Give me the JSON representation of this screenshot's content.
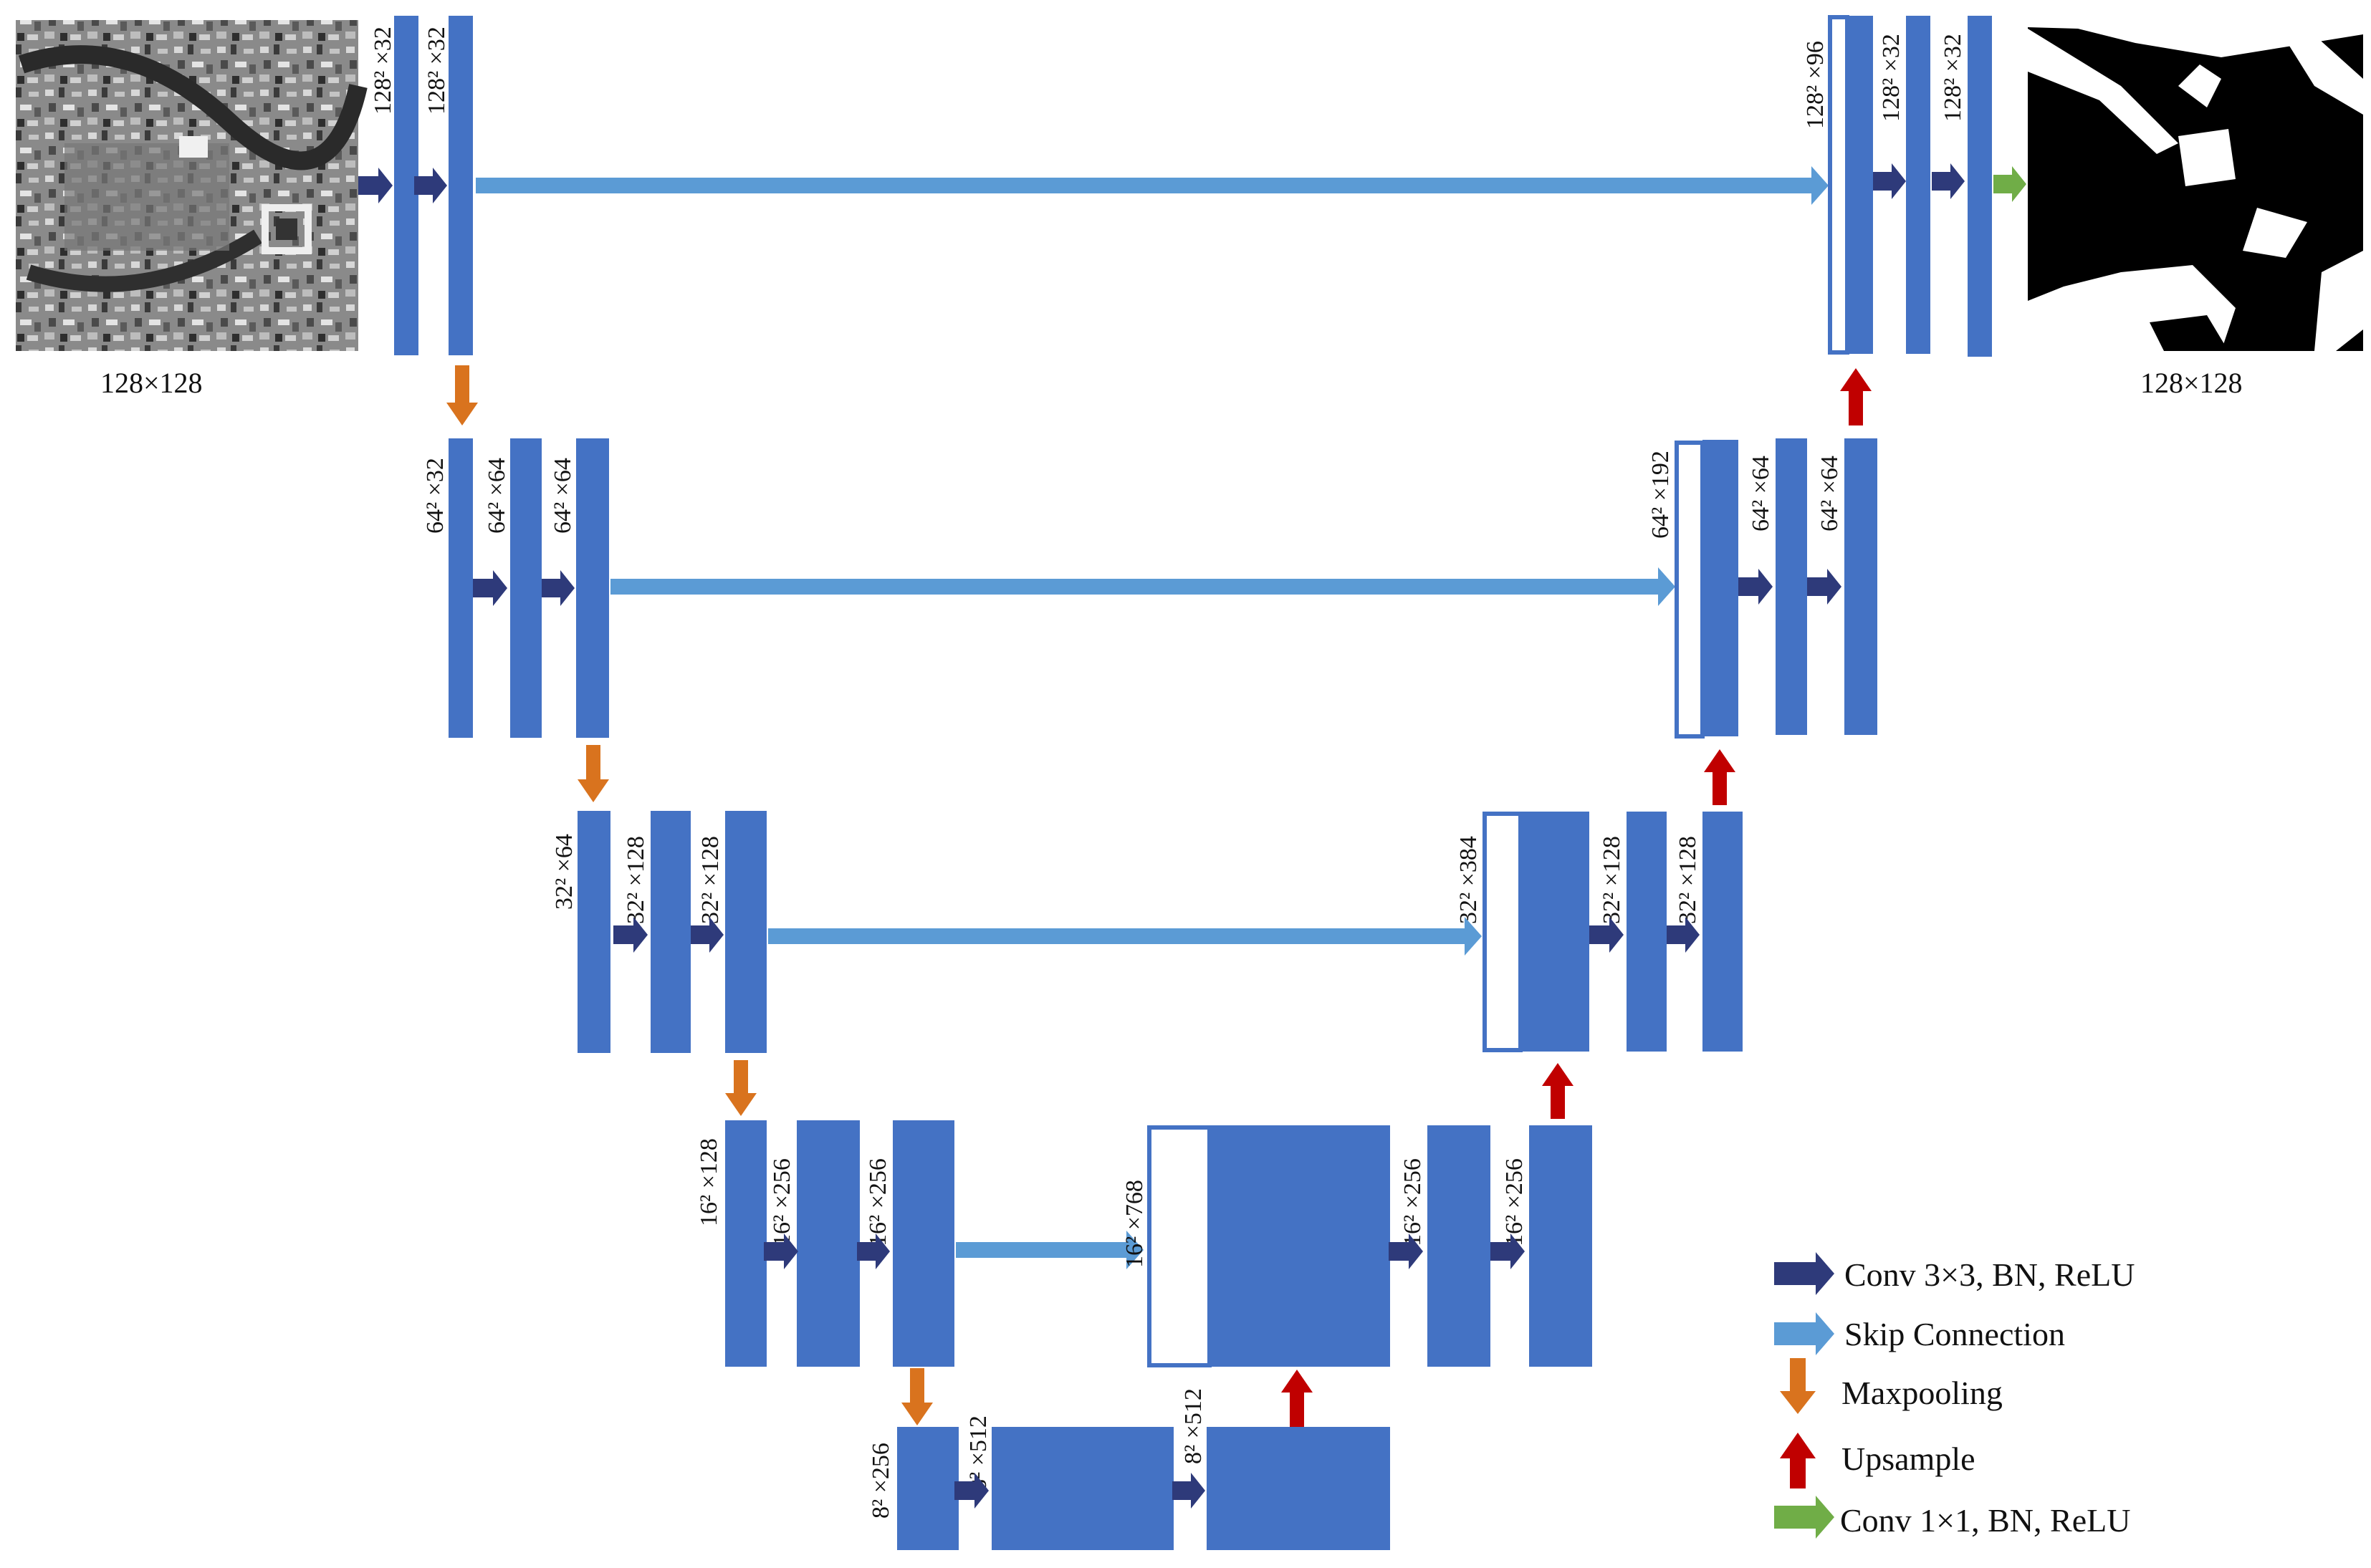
{
  "colors": {
    "block": "#4472C4",
    "conv_arrow": "#2E3A7A",
    "skip_arrow": "#5B9BD5",
    "maxpool_arrow": "#D9731E",
    "upsample_arrow": "#C00000",
    "final_arrow": "#70AD47"
  },
  "icons": {
    "input_image": "satellite-image",
    "output_image": "segmentation-mask"
  },
  "input_label": "128×128",
  "output_label": "128×128",
  "encoder": [
    [
      "128² ×32",
      "128² ×32"
    ],
    [
      "64² ×32",
      "64² ×64",
      "64² ×64"
    ],
    [
      "32² ×64",
      "32² ×128",
      "32² ×128"
    ],
    [
      "16² ×128",
      "16² ×256",
      "16² ×256"
    ]
  ],
  "bottleneck": [
    "8² ×256",
    "8² ×512",
    "8² ×512"
  ],
  "decoder": [
    [
      "16² ×768",
      "16² ×256",
      "16² ×256"
    ],
    [
      "32² ×384",
      "32² ×128",
      "32² ×128"
    ],
    [
      "64² ×192",
      "64² ×64",
      "64² ×64"
    ],
    [
      "128² ×96",
      "128² ×32",
      "128² ×32"
    ]
  ],
  "legend": [
    {
      "icon": "conv-arrow",
      "label": "Conv 3×3, BN, ReLU"
    },
    {
      "icon": "skip-arrow",
      "label": "Skip Connection"
    },
    {
      "icon": "maxpool-arrow",
      "label": "Maxpooling"
    },
    {
      "icon": "upsample-arrow",
      "label": "Upsample"
    },
    {
      "icon": "final-conv-arrow",
      "label": "Conv 1×1, BN, ReLU"
    }
  ]
}
